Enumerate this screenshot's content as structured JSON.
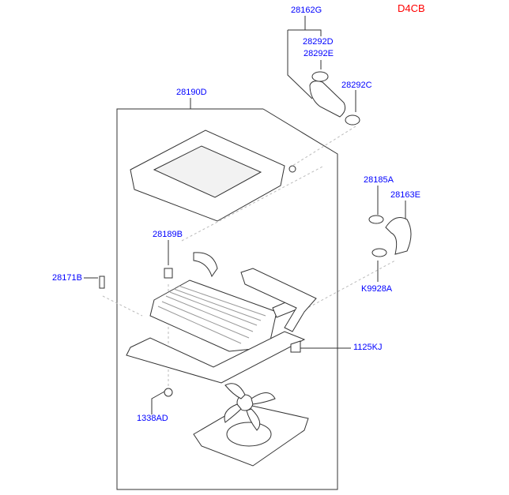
{
  "engine_code": "D4CB",
  "colors": {
    "label": "#0000ff",
    "engine_code": "#ff0000",
    "line": "#333333"
  },
  "part_labels": {
    "hose_assy_top": "28162G",
    "clamp_d": "28292D",
    "clamp_e": "28292E",
    "clamp_c": "28292C",
    "cover": "28190D",
    "clamp_a": "28185A",
    "hose_e": "28163E",
    "sensor": "28189B",
    "bolt_left": "28171B",
    "clamp_k": "K9928A",
    "bolt_right": "1125KJ",
    "nut": "1338AD"
  }
}
